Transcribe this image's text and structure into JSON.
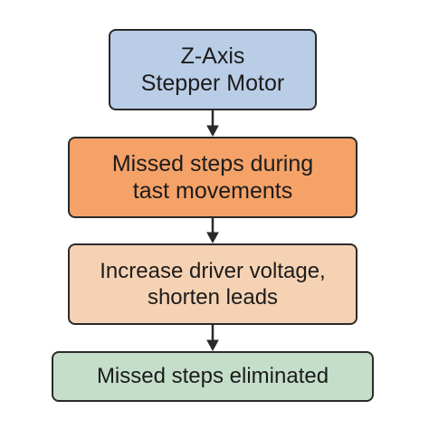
{
  "diagram": {
    "nodes": [
      {
        "id": "n1",
        "lines": [
          "Z-Axis",
          "Stepper Motor"
        ],
        "color": "#b9cde6"
      },
      {
        "id": "n2",
        "lines": [
          "Missed steps during",
          "tast movements"
        ],
        "color": "#f5a268"
      },
      {
        "id": "n3",
        "lines": [
          "Increase driver voltage,",
          "shorten leads"
        ],
        "color": "#f5d2b3"
      },
      {
        "id": "n4",
        "lines": [
          "Missed steps eliminated"
        ],
        "color": "#c4deca"
      }
    ],
    "edges": [
      {
        "from": "n1",
        "to": "n2"
      },
      {
        "from": "n2",
        "to": "n3"
      },
      {
        "from": "n3",
        "to": "n4"
      }
    ]
  }
}
